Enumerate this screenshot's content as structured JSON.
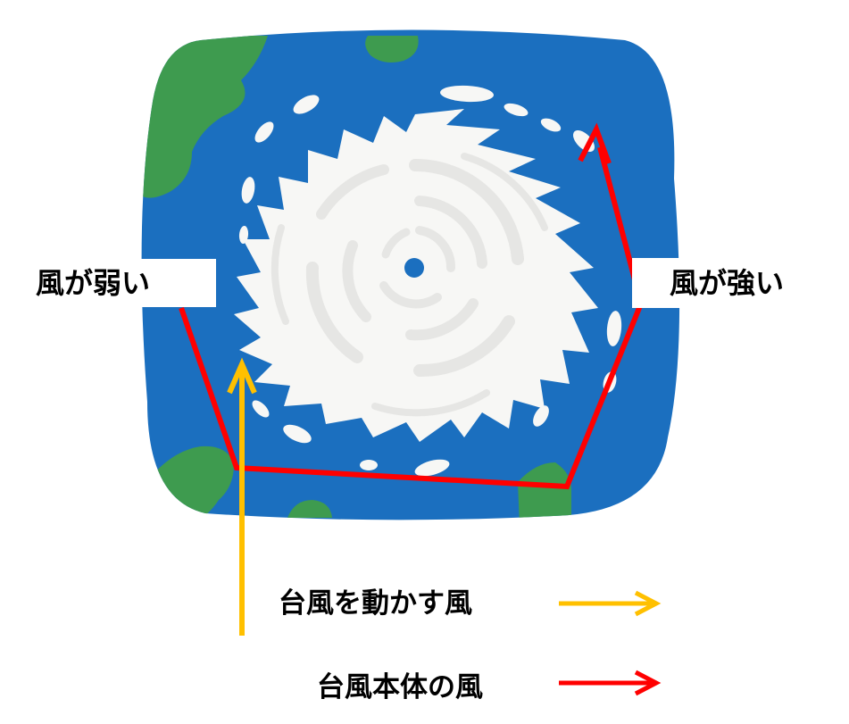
{
  "labels": {
    "weak_side": "風が弱い",
    "strong_side": "風が強い"
  },
  "legend": {
    "steering_wind": {
      "text": "台風を動かす風",
      "color": "#FFC000"
    },
    "typhoon_wind": {
      "text": "台風本体の風",
      "color": "#FF0000"
    }
  },
  "colors": {
    "ocean": "#1B6FBF",
    "land": "#3E9B4F",
    "cloud": "#F7F7F5",
    "cloud_shade": "#E6E6E4"
  },
  "icons": [
    "typhoon-satellite-icon"
  ]
}
